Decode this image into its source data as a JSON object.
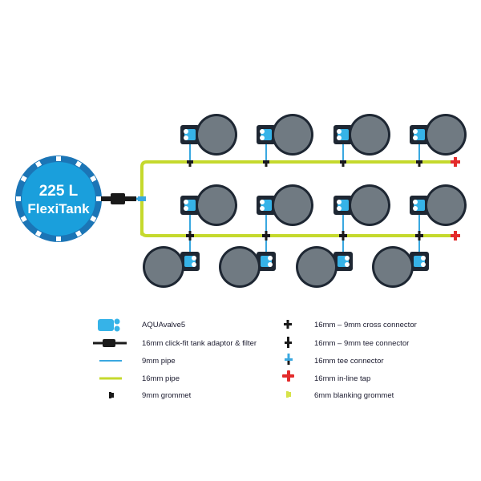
{
  "colors": {
    "tank_blue": "#1a9fdc",
    "tank_dark": "#1b75b6",
    "pipe_16mm": "#c5d92d",
    "pipe_9mm": "#3aa8e0",
    "pot_fill": "#707a82",
    "pot_rim": "#1e2733",
    "valve_blue": "#36b3e8",
    "tap_red": "#e32b2b",
    "blanking_yellow": "#d7e34a",
    "connector_black": "#1a1a1a"
  },
  "tank": {
    "volume": "225 L",
    "name": "FlexiTank",
    "icon": "flexitank-icon"
  },
  "legend": {
    "left": [
      {
        "label": "AQUAvalve5",
        "icon": "aquavalve-icon"
      },
      {
        "label": "16mm click-fit tank adaptor & filter",
        "icon": "tank-adaptor-filter-icon"
      },
      {
        "label": "9mm pipe",
        "icon": "pipe-9mm-icon"
      },
      {
        "label": "16mm pipe",
        "icon": "pipe-16mm-icon"
      },
      {
        "label": "9mm grommet",
        "icon": "grommet-9mm-icon"
      }
    ],
    "right": [
      {
        "label": "16mm – 9mm cross connector",
        "icon": "cross-connector-icon"
      },
      {
        "label": "16mm – 9mm tee connector",
        "icon": "tee-connector-9mm-icon"
      },
      {
        "label": "16mm tee connector",
        "icon": "tee-connector-16mm-icon"
      },
      {
        "label": "16mm in-line tap",
        "icon": "inline-tap-icon"
      },
      {
        "label": "6mm blanking grommet",
        "icon": "blanking-grommet-icon"
      }
    ]
  }
}
